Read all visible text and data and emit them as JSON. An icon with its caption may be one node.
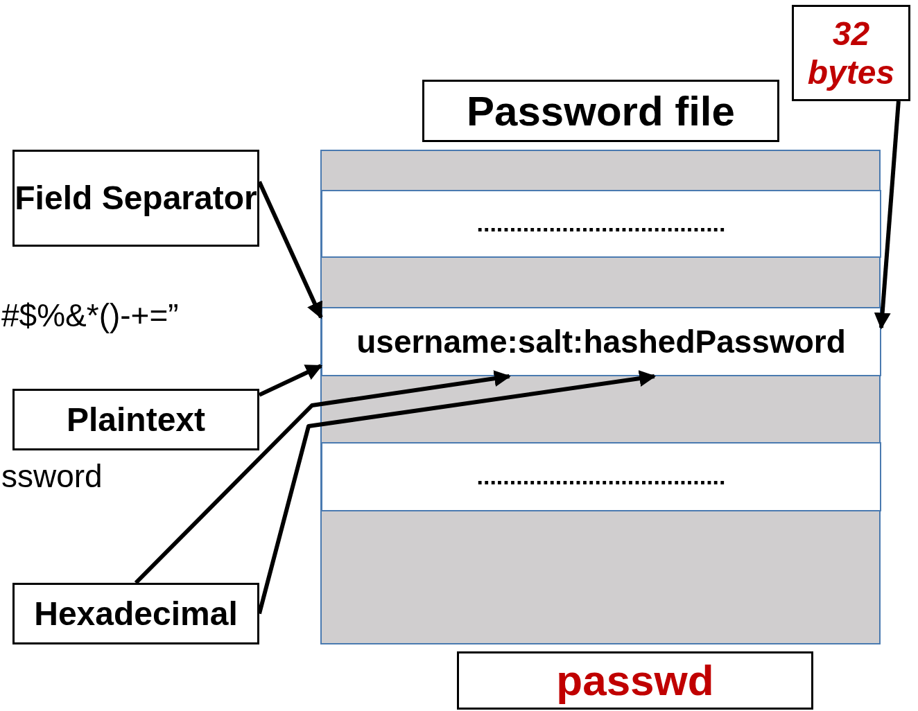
{
  "diagram": {
    "nodes": [
      {
        "text": [
          "Password file"
        ]
      },
      {
        "text": [],
        "shape": "box"
      },
      {
        "text": [
          "......................................"
        ],
        "in": 1
      },
      {
        "text": [
          "username:salt:hashedPassword"
        ],
        "in": 1
      },
      {
        "text": [
          "......................................"
        ],
        "in": 1
      },
      {
        "text": [
          "Field Separator"
        ]
      },
      {
        "text": [
          "Plaintext"
        ]
      },
      {
        "text": [
          "Hexadecimal"
        ]
      },
      {
        "text": [
          "32 bytes"
        ]
      },
      {
        "text": [
          "passwd"
        ]
      }
    ],
    "edges": [
      {
        "from": 5,
        "to": 3,
        "arrow": "to"
      },
      {
        "from": 6,
        "to": 3,
        "arrow": "to"
      },
      {
        "from": 7,
        "to": 3,
        "arrow": "to"
      },
      {
        "from": 7,
        "to": 3,
        "arrow": "to"
      },
      {
        "from": 8,
        "to": 3,
        "arrow": "to"
      }
    ],
    "labels": [
      "#$%&*()-+=”",
      "ssword"
    ]
  }
}
